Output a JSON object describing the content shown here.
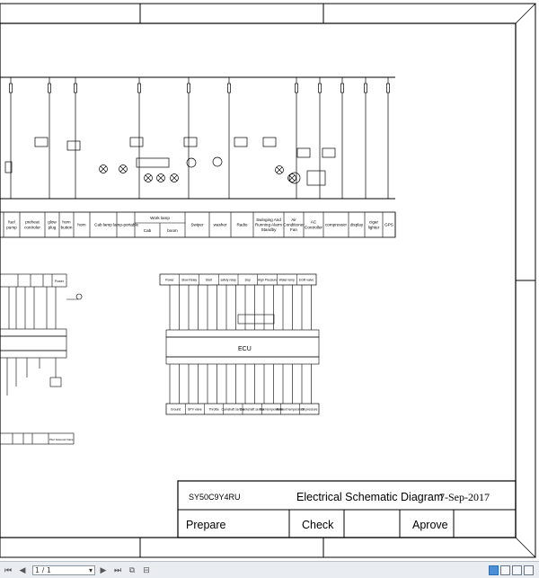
{
  "title_block": {
    "drawing_number": "SY50C9Y4RU",
    "title": "Electrical Schematic Diagram",
    "date": "7-Sep-2017",
    "prepare": "Prepare",
    "check": "Check",
    "approve": "Aprove"
  },
  "circuit_labels": [
    "fuel pump",
    "preheat controler",
    "glow plug",
    "horn button",
    "horn",
    "Cab lamp",
    "lamp-portable",
    "Work lamp",
    "Cab",
    "boom",
    "Swiper",
    "washer",
    "Radio",
    "Swinging And Running Alarm Standby",
    "Air Conditioner Fan",
    "AC Controller",
    "compressor",
    "display",
    "cigar lighter",
    "GPS"
  ],
  "ecu_label": "ECU",
  "ecu_top_labels": [
    "Power",
    "Slow Relay",
    "Start",
    "safety relay",
    "stop",
    "High Pressure",
    "Water temp",
    "EGR valve"
  ],
  "ecu_bottom_labels": [
    "Ground",
    "SPV valve",
    "Throttle",
    "Camshaft sensor",
    "Crankshaft sensor",
    "Fuel temperature",
    "Ambient temperature",
    "Oil pressure"
  ],
  "left_labels": [
    "Power",
    "Pilot Solenoid Valve"
  ],
  "viewer": {
    "page_field": "1 / 1"
  }
}
